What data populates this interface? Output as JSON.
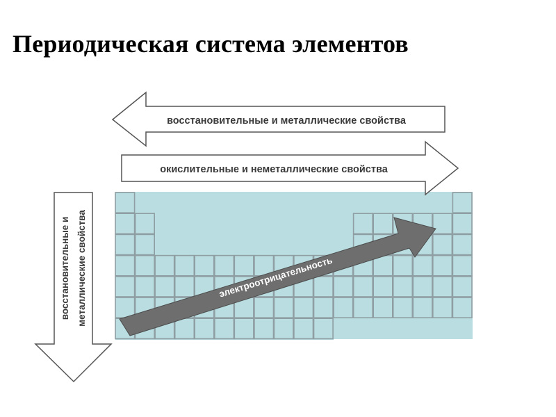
{
  "title": "Периодическая система элементов",
  "arrows": {
    "top_left": "восстановительные и металлические свойства",
    "top_right": "окислительные и неметаллические свойства",
    "vertical_line1": "восстановительные и",
    "vertical_line2": "металлические свойства",
    "diagonal": "электроотрицательность"
  },
  "colors": {
    "table_fill": "#b9dde0",
    "cell_stroke": "#8f9ea2",
    "outline_arrow_stroke": "#555555",
    "diagonal_arrow_fill": "#6e6e6e"
  }
}
